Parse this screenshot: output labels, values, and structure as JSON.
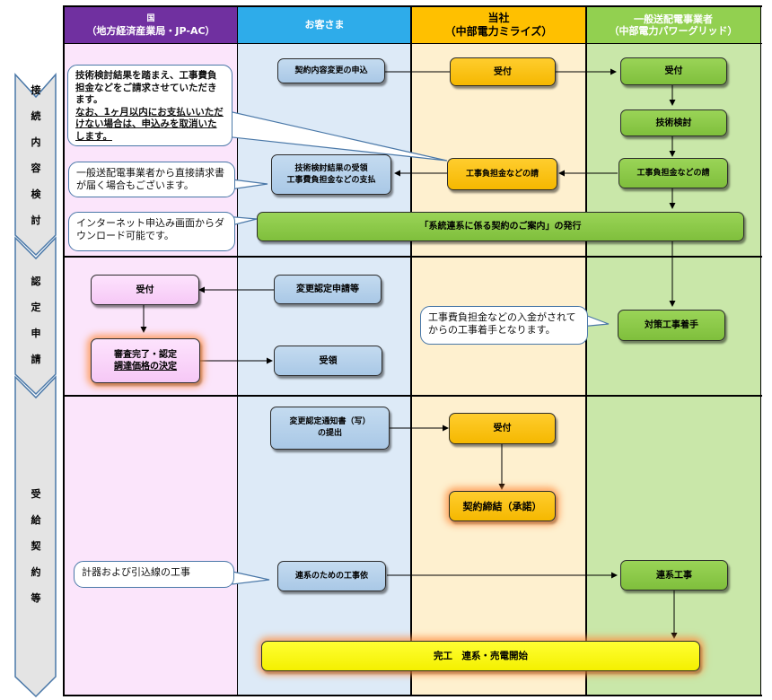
{
  "lanes": [
    {
      "title": "国",
      "subtitle": "（地方経済産業局・JP-AC）",
      "header_color": "#7030a0",
      "header_text_color": "#ffffff",
      "body_color": "#fbe5fb"
    },
    {
      "title": "お客さま",
      "subtitle": "",
      "header_color": "#2eacea",
      "header_text_color": "#ffffff",
      "body_color": "#ddeaf7"
    },
    {
      "title": "当社",
      "subtitle": "（中部電力ミライズ）",
      "header_color": "#ffc000",
      "header_text_color": "#000000",
      "body_color": "#fef0cf"
    },
    {
      "title": "一般送配電事業者",
      "subtitle": "（中部電力パワーグリッド）",
      "header_color": "#92d050",
      "header_text_color": "#ffffff",
      "body_color": "#c9e7a9"
    }
  ],
  "phases": [
    {
      "id": "connection-review",
      "chars": [
        "接",
        "続",
        "内",
        "容",
        "検",
        "討"
      ]
    },
    {
      "id": "certification-application",
      "chars": [
        "認",
        "定",
        "申",
        "請"
      ]
    },
    {
      "id": "supply-contract",
      "chars": [
        "受",
        "給",
        "契",
        "約",
        "等"
      ]
    }
  ],
  "boxes": {
    "customer_change_request": "契約内容変更の申込",
    "company_reception_1": "受付",
    "grid_reception": "受付",
    "grid_technical_review": "技術検討",
    "grid_cost_billing": "工事負担金などの請",
    "company_cost_billing": "工事負担金などの請",
    "customer_receipt_payment_line1": "技術検討結果の受領",
    "customer_receipt_payment_line2": "工事費負担金などの支払",
    "contract_guide_issue": "「系統連系に係る契約のご案内」の発行",
    "customer_change_cert_application": "変更認定申請等",
    "gov_reception": "受付",
    "gov_review_complete_line1": "審査完了・認定",
    "gov_review_complete_line2": "調達価格の決定",
    "customer_receipt": "受領",
    "grid_countermeasure_start": "対策工事着手",
    "customer_notice_submit_line1": "変更認定通知書（写）",
    "customer_notice_submit_line2": "の提出",
    "company_reception_2": "受付",
    "company_contract_signing": "契約締結（承諾）",
    "customer_interconnection_request": "連系のための工事依",
    "grid_interconnection_work": "連系工事",
    "completion": "完工　連系・売電開始"
  },
  "callouts": {
    "billing_note_normal": "技術検討結果を踏まえ、工事費負担金などをご請求させていただきます。",
    "billing_note_underlined": "なお、1ヶ月以内にお支払いいただけない場合は、申込みを取消いたします。",
    "direct_invoice_note": "一般送配電事業者から直接請求書が届く場合もございます。",
    "download_note": "インターネット申込み画面からダウンロード可能です。",
    "payment_before_work_note": "工事費負担金などの入金がされてからの工事着手となります。",
    "meter_work_note": "計器および引込線の工事"
  }
}
